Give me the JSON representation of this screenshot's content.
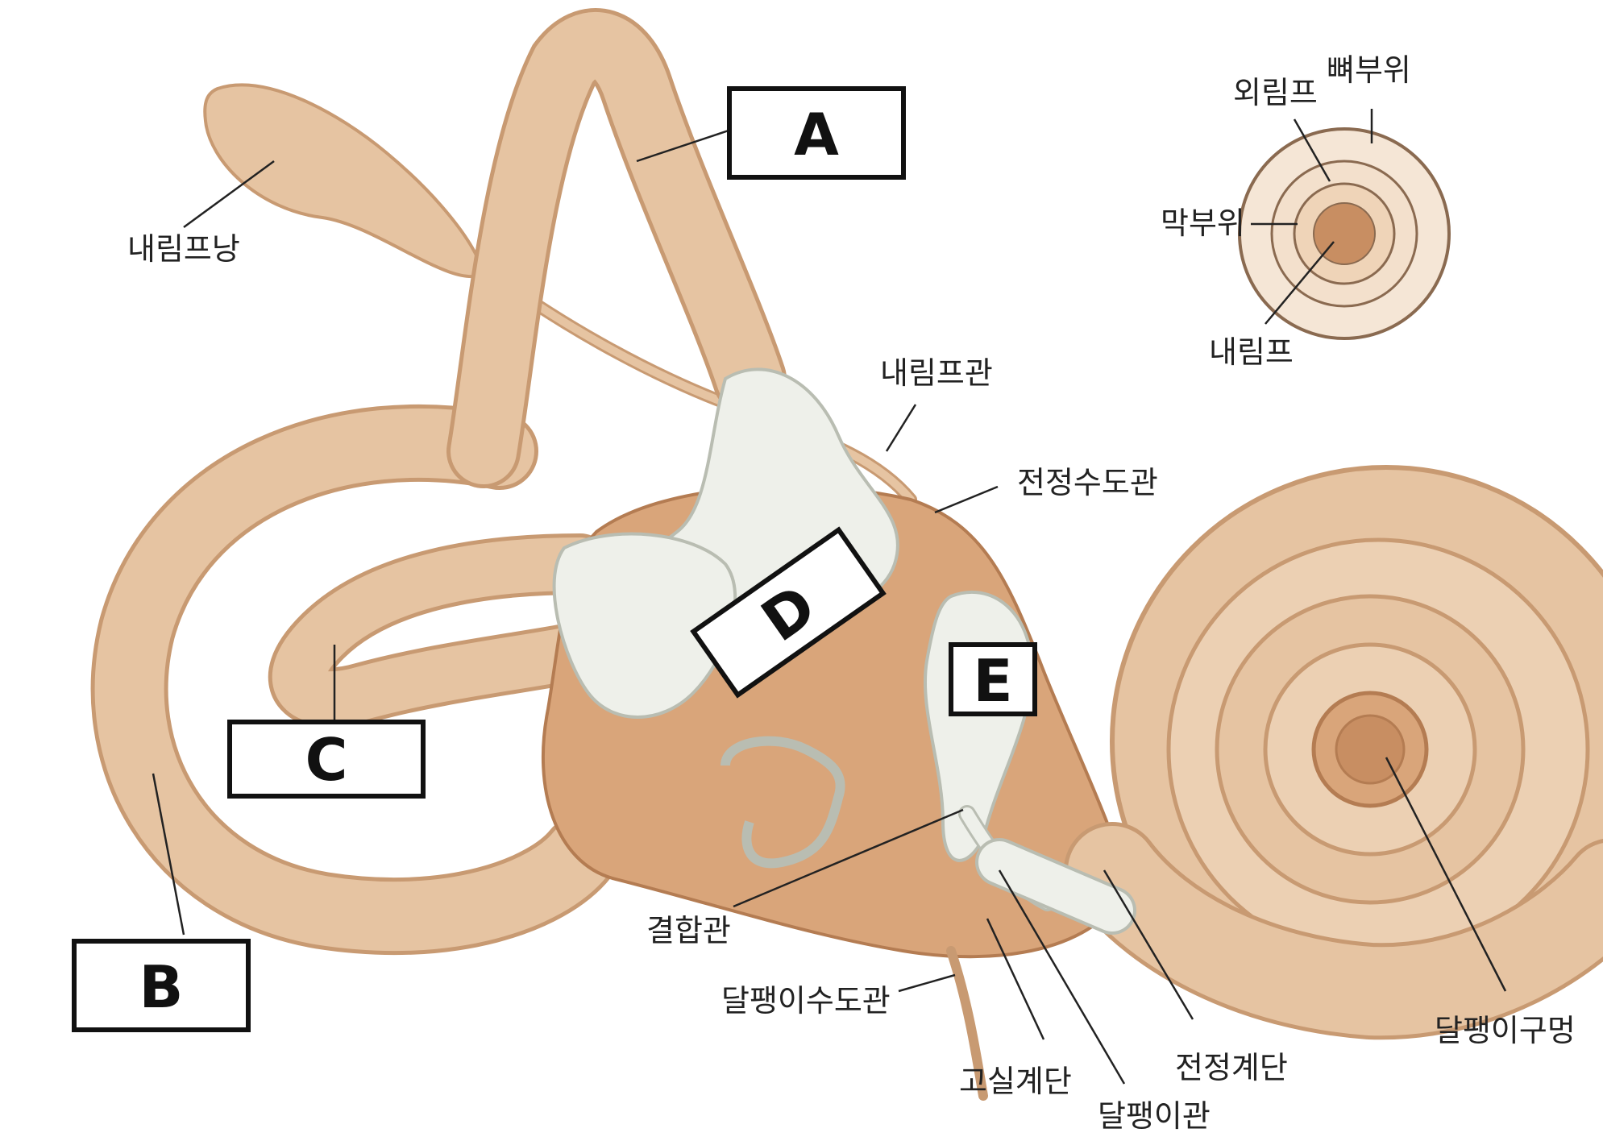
{
  "title": "",
  "colors": {
    "tube": "#e6c4a2",
    "tube_edge": "#c89a72",
    "tube_dark": "#b47c52",
    "membrane": "#eef0ea",
    "membrane_edge": "#b9bdb2"
  },
  "labels": {
    "endolymphatic_sac": "내림프낭",
    "endolymphatic_duct": "내림프관",
    "vestibular_aqueduct": "전정수도관",
    "ductus_reuniens": "결합관",
    "cochlear_aqueduct": "달팽이수도관",
    "scala_tympani": "고실계단",
    "cochlear_duct": "달팽이관",
    "scala_vestibuli": "전정계단",
    "helicotrema": "달팽이구멍"
  },
  "inset": {
    "bony": "뼈부위",
    "perilymph": "외림프",
    "membranous": "막부위",
    "endolymph": "내림프"
  },
  "boxes": {
    "a": "A",
    "b": "B",
    "c": "C",
    "d": "D",
    "e": "E"
  }
}
